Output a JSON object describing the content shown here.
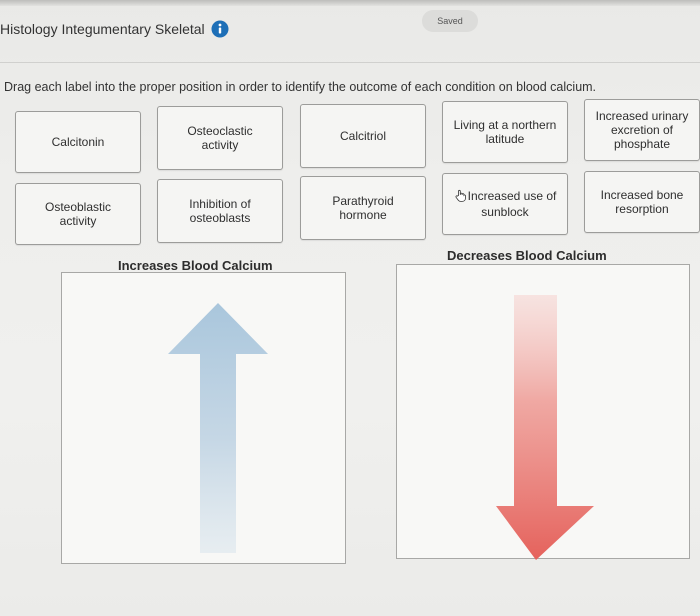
{
  "header": {
    "title": "Histology Integumentary Skeletal",
    "info_icon": "info-icon",
    "saved_label": "Saved"
  },
  "instructions": "Drag each label into the proper position in order to identify the outcome of each condition on blood calcium.",
  "labels": [
    {
      "id": "calcitonin",
      "text_lines": [
        "Calcitonin"
      ]
    },
    {
      "id": "osteoclastic-activity",
      "text_lines": [
        "Osteoclastic",
        "activity"
      ]
    },
    {
      "id": "calcitriol",
      "text_lines": [
        "Calcitriol"
      ]
    },
    {
      "id": "living-northern-latitude",
      "text_lines": [
        "Living at a northern",
        "latitude"
      ]
    },
    {
      "id": "increased-urinary-phosphate",
      "text_lines": [
        "Increased urinary",
        "excretion of",
        "phosphate"
      ]
    },
    {
      "id": "osteoblastic-activity",
      "text_lines": [
        "Osteoblastic",
        "activity"
      ]
    },
    {
      "id": "inhibition-osteoblasts",
      "text_lines": [
        "Inhibition of",
        "osteoblasts"
      ]
    },
    {
      "id": "parathyroid-hormone",
      "text_lines": [
        "Parathyroid",
        "hormone"
      ]
    },
    {
      "id": "increased-sunblock",
      "text_lines": [
        "Increased use of",
        "sunblock"
      ],
      "icon": "hand-cursor-icon"
    },
    {
      "id": "increased-bone-resorption",
      "text_lines": [
        "Increased bone",
        "resorption"
      ]
    }
  ],
  "zones": {
    "increase": {
      "title": "Increases Blood Calcium",
      "arrow_color": "#a9c6dc",
      "direction": "up"
    },
    "decrease": {
      "title": "Decreases Blood Calcium",
      "arrow_color": "#e7726c",
      "direction": "down"
    }
  }
}
